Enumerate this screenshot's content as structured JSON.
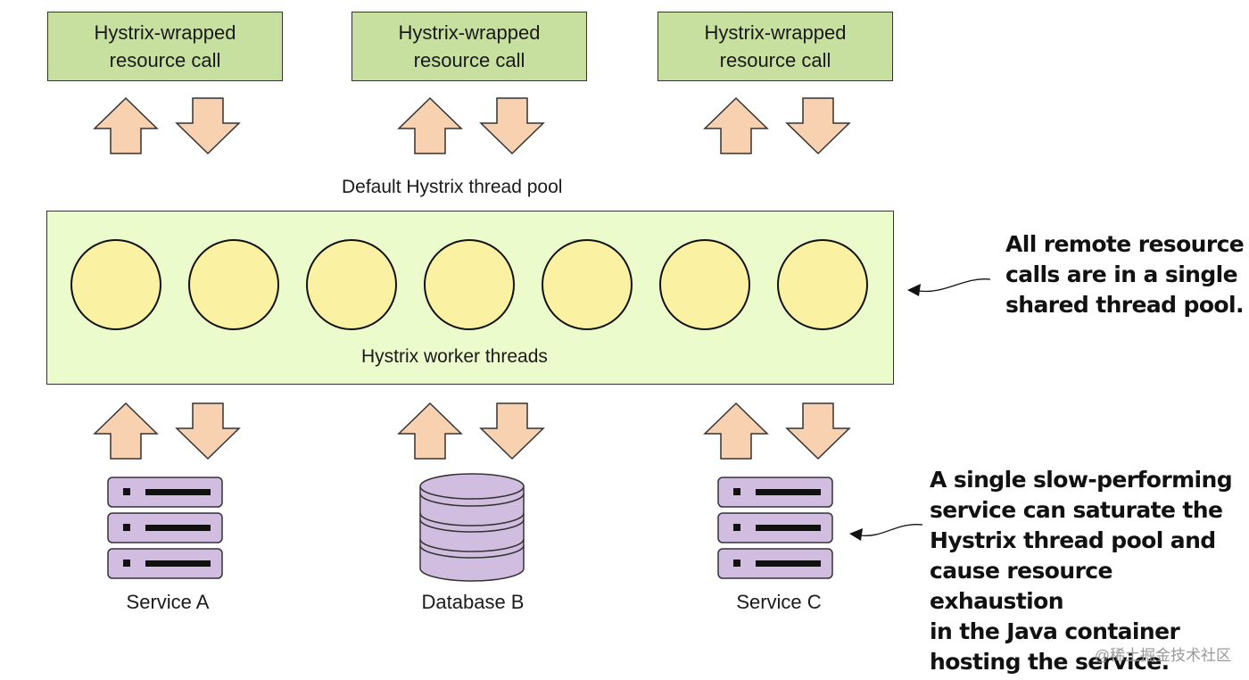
{
  "diagram": {
    "calls": [
      {
        "label": "Hystrix-wrapped\nresource call"
      },
      {
        "label": "Hystrix-wrapped\nresource call"
      },
      {
        "label": "Hystrix-wrapped\nresource call"
      }
    ],
    "pool_title": "Default Hystrix thread pool",
    "pool_caption": "Hystrix worker threads",
    "thread_count": 7,
    "services": [
      {
        "label": "Service A",
        "icon": "server-icon"
      },
      {
        "label": "Database B",
        "icon": "database-icon"
      },
      {
        "label": "Service C",
        "icon": "server-icon"
      }
    ],
    "notes": {
      "shared_pool": "All remote resource\ncalls are in a single\nshared thread pool.",
      "slow_service": "A single slow-performing\nservice can saturate the\nHystrix thread pool and\ncause resource exhaustion\nin the Java container\nhosting the service."
    },
    "watermark": "@稀土掘金技术社区",
    "colors": {
      "call_box": "#c7df9f",
      "pool_bg": "#ebfbcb",
      "thread": "#fbf1a2",
      "arrow": "#f8d2b0",
      "service": "#d0bde0"
    }
  }
}
